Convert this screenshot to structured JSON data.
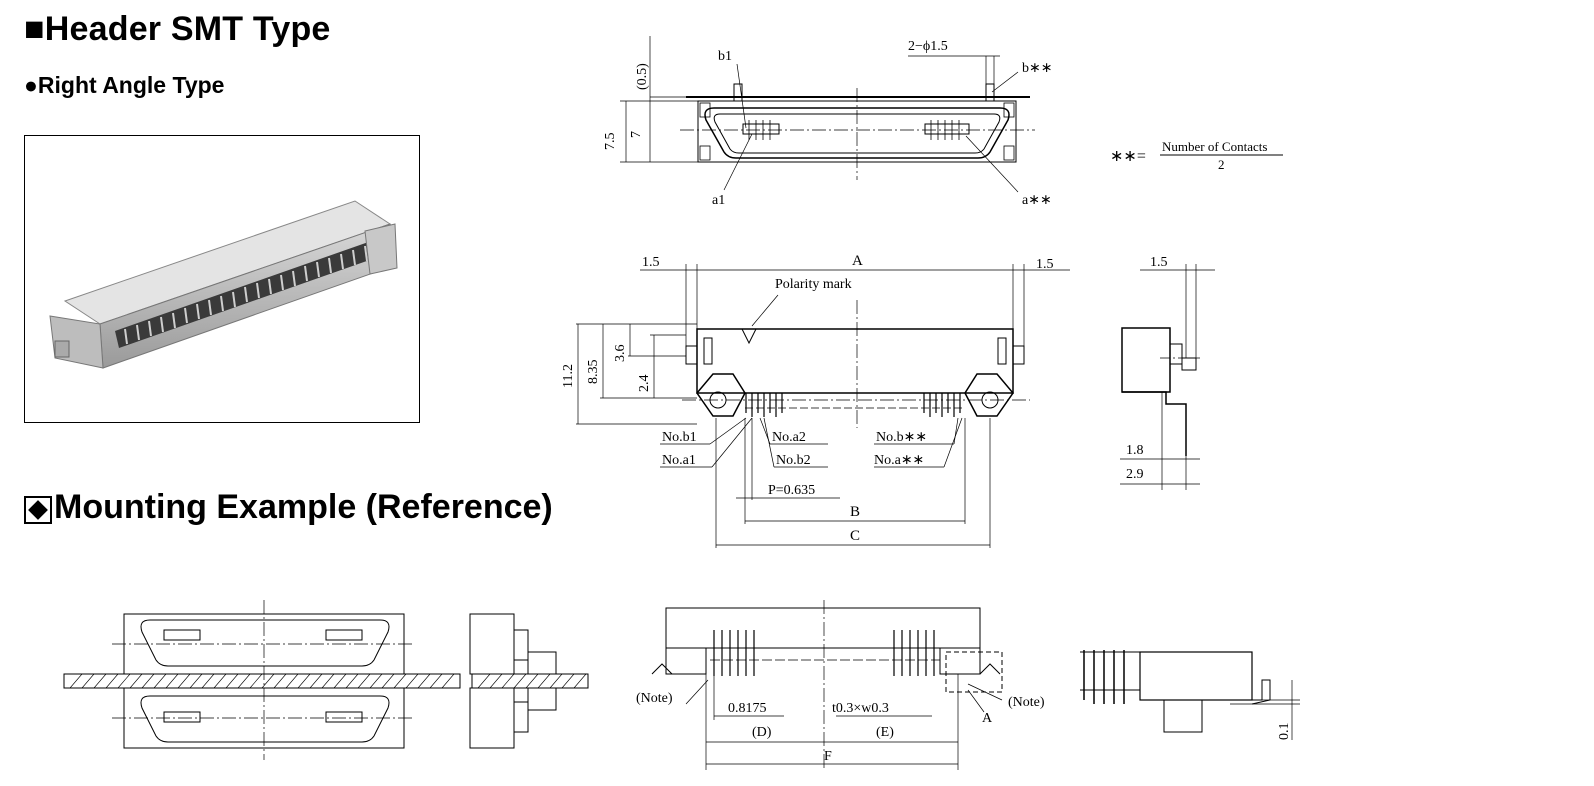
{
  "headings": {
    "title_mark": "■",
    "title": "Header SMT Type",
    "subtitle_mark": "●",
    "subtitle": "Right Angle Type",
    "mounting": "Mounting Example (Reference)"
  },
  "top_view": {
    "b1": "b1",
    "bstar": "b∗∗",
    "a1": "a1",
    "astar": "a∗∗",
    "holes": "2−ϕ1.5",
    "dim_05": "(0.5)",
    "dim_75": "7.5",
    "dim_7": "7"
  },
  "formula": {
    "lhs": "∗∗=",
    "numerator": "Number of Contacts",
    "denominator": "2"
  },
  "front_view": {
    "dim_A": "A",
    "dim_15_left": "1.5",
    "dim_15_right": "1.5",
    "polarity": "Polarity mark",
    "dim_112": "11.2",
    "dim_835": "8.35",
    "dim_36": "3.6",
    "dim_24": "2.4",
    "no_b1": "No.b1",
    "no_a1": "No.a1",
    "no_a2": "No.a2",
    "no_b2": "No.b2",
    "no_bstar": "No.b∗∗",
    "no_astar": "No.a∗∗",
    "pitch": "P=0.635",
    "dim_B": "B",
    "dim_C": "C"
  },
  "side_view": {
    "dim_15": "1.5",
    "dim_18": "1.8",
    "dim_29": "2.9"
  },
  "mount_view": {
    "note_left": "(Note)",
    "note_right": "(Note)",
    "dim_08175": "0.8175",
    "dim_t03": "t0.3×w0.3",
    "dim_D": "(D)",
    "dim_E": "(E)",
    "dim_F": "F",
    "dim_A": "A"
  },
  "mount_side": {
    "dim_01": "0.1"
  }
}
